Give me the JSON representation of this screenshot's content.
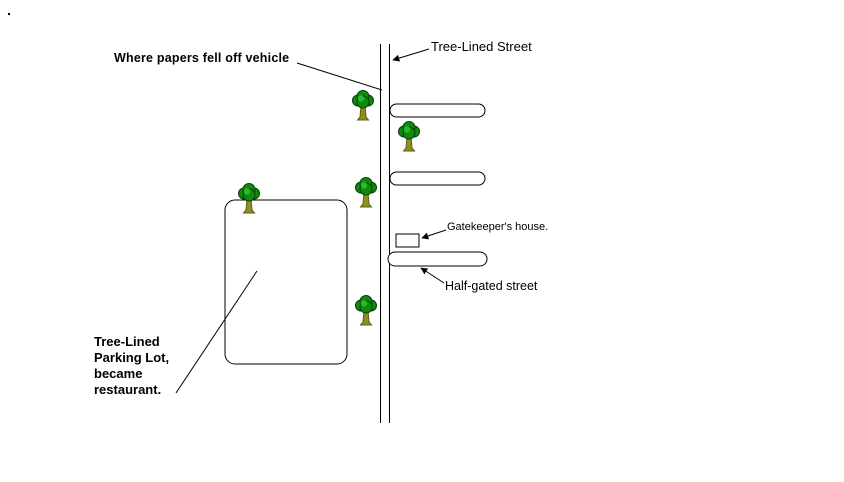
{
  "canvas": {
    "background": "#ffffff"
  },
  "labels": {
    "tree_lined_street": "Tree-Lined Street",
    "where_papers_fell": "Where papers fell off vehicle",
    "gatekeepers_house": "Gatekeeper's house.",
    "half_gated_street": "Half-gated street",
    "parking_lot": "Tree-Lined\nParking Lot,\nbecame\nrestaurant."
  },
  "colors": {
    "ink": "#000000",
    "tree_foliage": "#0e8a0e",
    "tree_foliage_highlight": "#2db82d",
    "tree_trunk": "#8f8f1f",
    "tree_trunk_outline": "#5e5e14",
    "shape_fill": "#ffffff"
  }
}
